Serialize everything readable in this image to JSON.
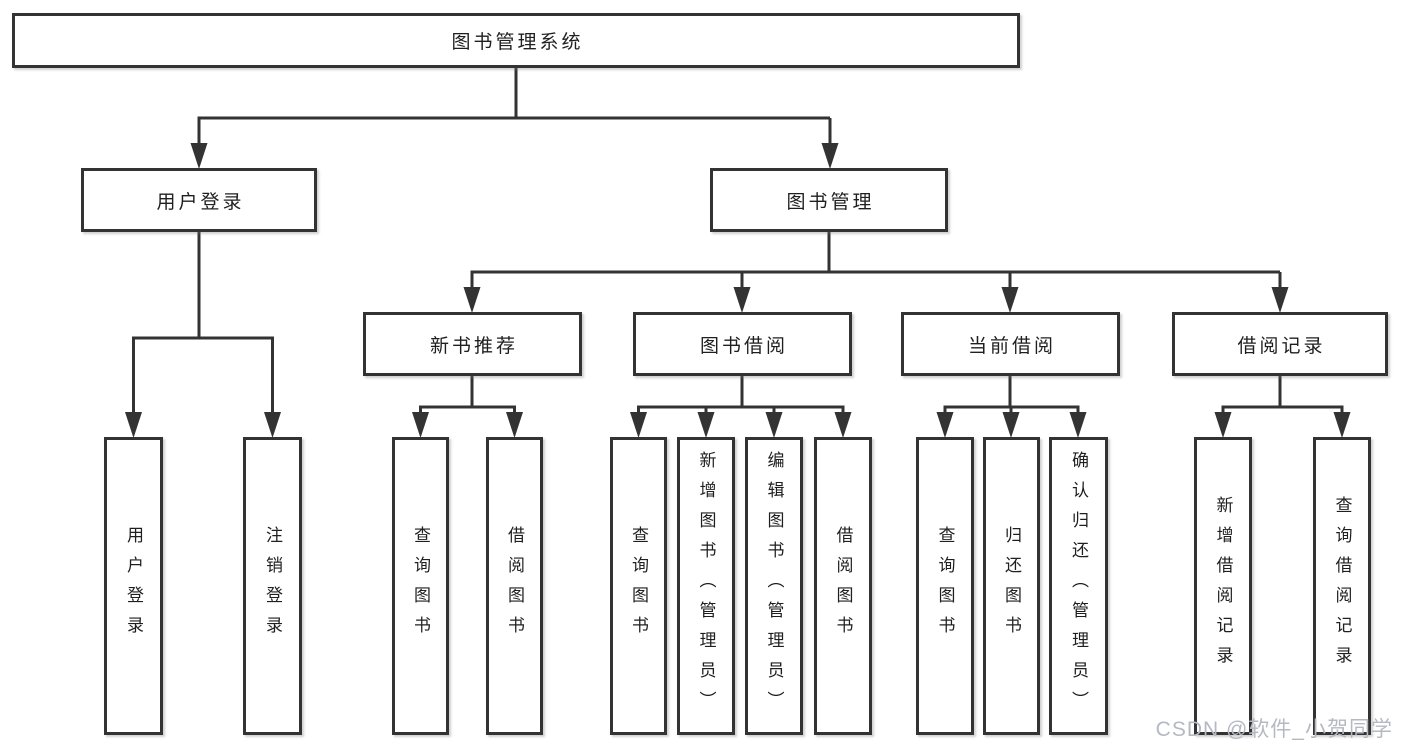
{
  "tree": {
    "label": "图书管理系统",
    "children": [
      {
        "label": "用户登录",
        "children": [
          {
            "label": "用户登录"
          },
          {
            "label": "注销登录"
          }
        ]
      },
      {
        "label": "图书管理",
        "children": [
          {
            "label": "新书推荐",
            "children": [
              {
                "label": "查询图书"
              },
              {
                "label": "借阅图书"
              }
            ]
          },
          {
            "label": "图书借阅",
            "children": [
              {
                "label": "查询图书"
              },
              {
                "label": "新增图书（管理员）"
              },
              {
                "label": "编辑图书（管理员）"
              },
              {
                "label": "借阅图书"
              }
            ]
          },
          {
            "label": "当前借阅",
            "children": [
              {
                "label": "查询图书"
              },
              {
                "label": "归还图书"
              },
              {
                "label": "确认归还（管理员）"
              }
            ]
          },
          {
            "label": "借阅记录",
            "children": [
              {
                "label": "新增借阅记录"
              },
              {
                "label": "查询借阅记录"
              }
            ]
          }
        ]
      }
    ]
  },
  "watermark": "CSDN @软件_小贺同学",
  "colors": {
    "line": "#333333",
    "text": "#1f1f1f",
    "watermark": "#b6b8c2",
    "background": "#ffffff"
  }
}
